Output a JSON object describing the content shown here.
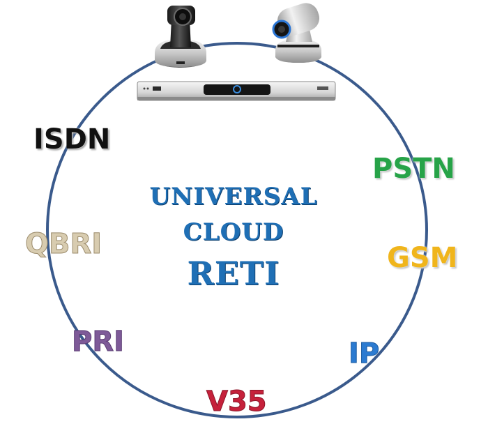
{
  "center_text": {
    "line1": "UNIVERSAL",
    "line2": "CLOUD",
    "line3": "RETI"
  },
  "networks": {
    "isdn": "ISDN",
    "pstn": "PSTN",
    "gsm": "GSM",
    "qbri": "QBRI",
    "pri": "PRI",
    "ip": "IP",
    "v35": "V35"
  },
  "colors": {
    "ring": "#3a5a8c",
    "title": "#1f6fb5",
    "isdn": "#111111",
    "pstn": "#27a348",
    "gsm": "#f0b51c",
    "qbri": "#d8ccb0",
    "pri": "#7e5a98",
    "ip": "#2c7bd1",
    "v35": "#c6213b"
  },
  "icons": [
    "ptz-camera-black-icon",
    "ptz-camera-silver-icon",
    "codec-unit-icon"
  ]
}
